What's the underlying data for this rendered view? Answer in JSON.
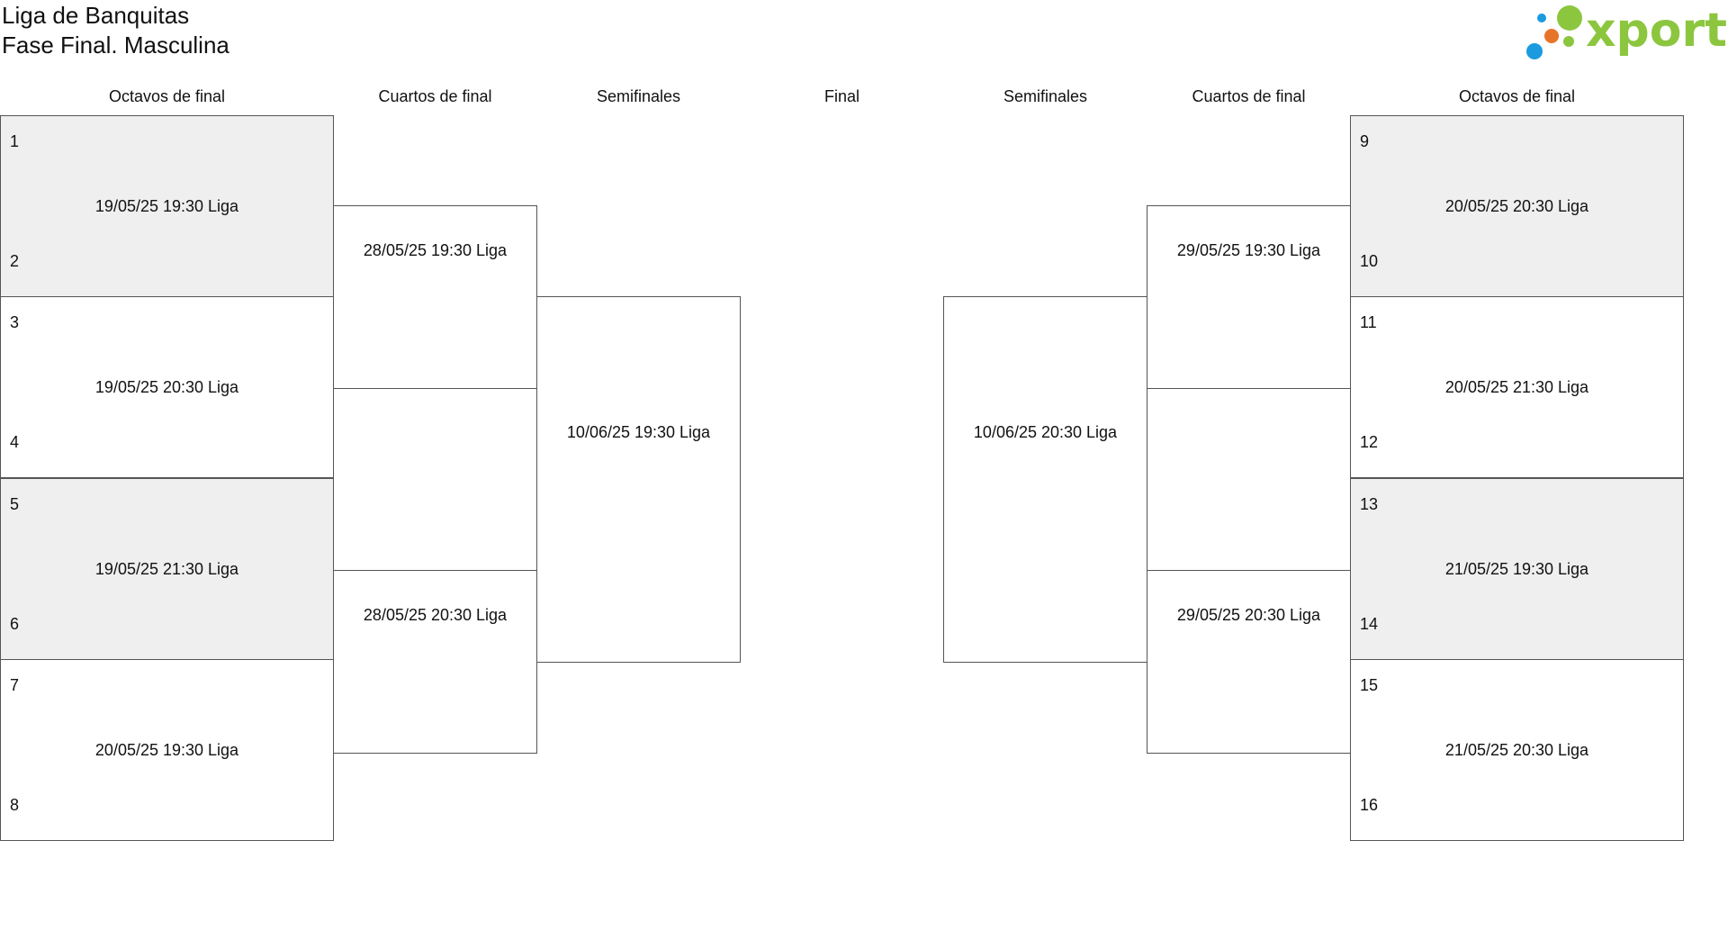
{
  "header": {
    "title": "Liga de Banquitas",
    "subtitle": "Fase Final. Masculina"
  },
  "logo": {
    "text": "xporty",
    "brand_color": "#8cc63f",
    "dot_colors": [
      "#1a9be0",
      "#e8742a",
      "#8cc63f"
    ]
  },
  "columns": {
    "left_r16": "Octavos de final",
    "left_qf": "Cuartos de final",
    "left_sf": "Semifinales",
    "final": "Final",
    "right_sf": "Semifinales",
    "right_qf": "Cuartos de final",
    "right_r16": "Octavos de final"
  },
  "left": {
    "r16": [
      {
        "seed_top": "1",
        "seed_bottom": "2",
        "match": "19/05/25 19:30 Liga"
      },
      {
        "seed_top": "3",
        "seed_bottom": "4",
        "match": "19/05/25 20:30 Liga"
      },
      {
        "seed_top": "5",
        "seed_bottom": "6",
        "match": "19/05/25 21:30 Liga"
      },
      {
        "seed_top": "7",
        "seed_bottom": "8",
        "match": "20/05/25 19:30 Liga"
      }
    ],
    "qf": [
      {
        "match": "28/05/25 19:30 Liga"
      },
      {
        "match": "28/05/25 20:30 Liga"
      }
    ],
    "sf": {
      "match": "10/06/25 19:30 Liga"
    }
  },
  "right": {
    "r16": [
      {
        "seed_top": "9",
        "seed_bottom": "10",
        "match": "20/05/25 20:30 Liga"
      },
      {
        "seed_top": "11",
        "seed_bottom": "12",
        "match": "20/05/25 21:30 Liga"
      },
      {
        "seed_top": "13",
        "seed_bottom": "14",
        "match": "21/05/25 19:30 Liga"
      },
      {
        "seed_top": "15",
        "seed_bottom": "16",
        "match": "21/05/25 20:30 Liga"
      }
    ],
    "qf": [
      {
        "match": "29/05/25 19:30 Liga"
      },
      {
        "match": "29/05/25 20:30 Liga"
      }
    ],
    "sf": {
      "match": "10/06/25 20:30 Liga"
    }
  },
  "colors": {
    "shaded_box": "#efefef",
    "border": "#555555"
  }
}
